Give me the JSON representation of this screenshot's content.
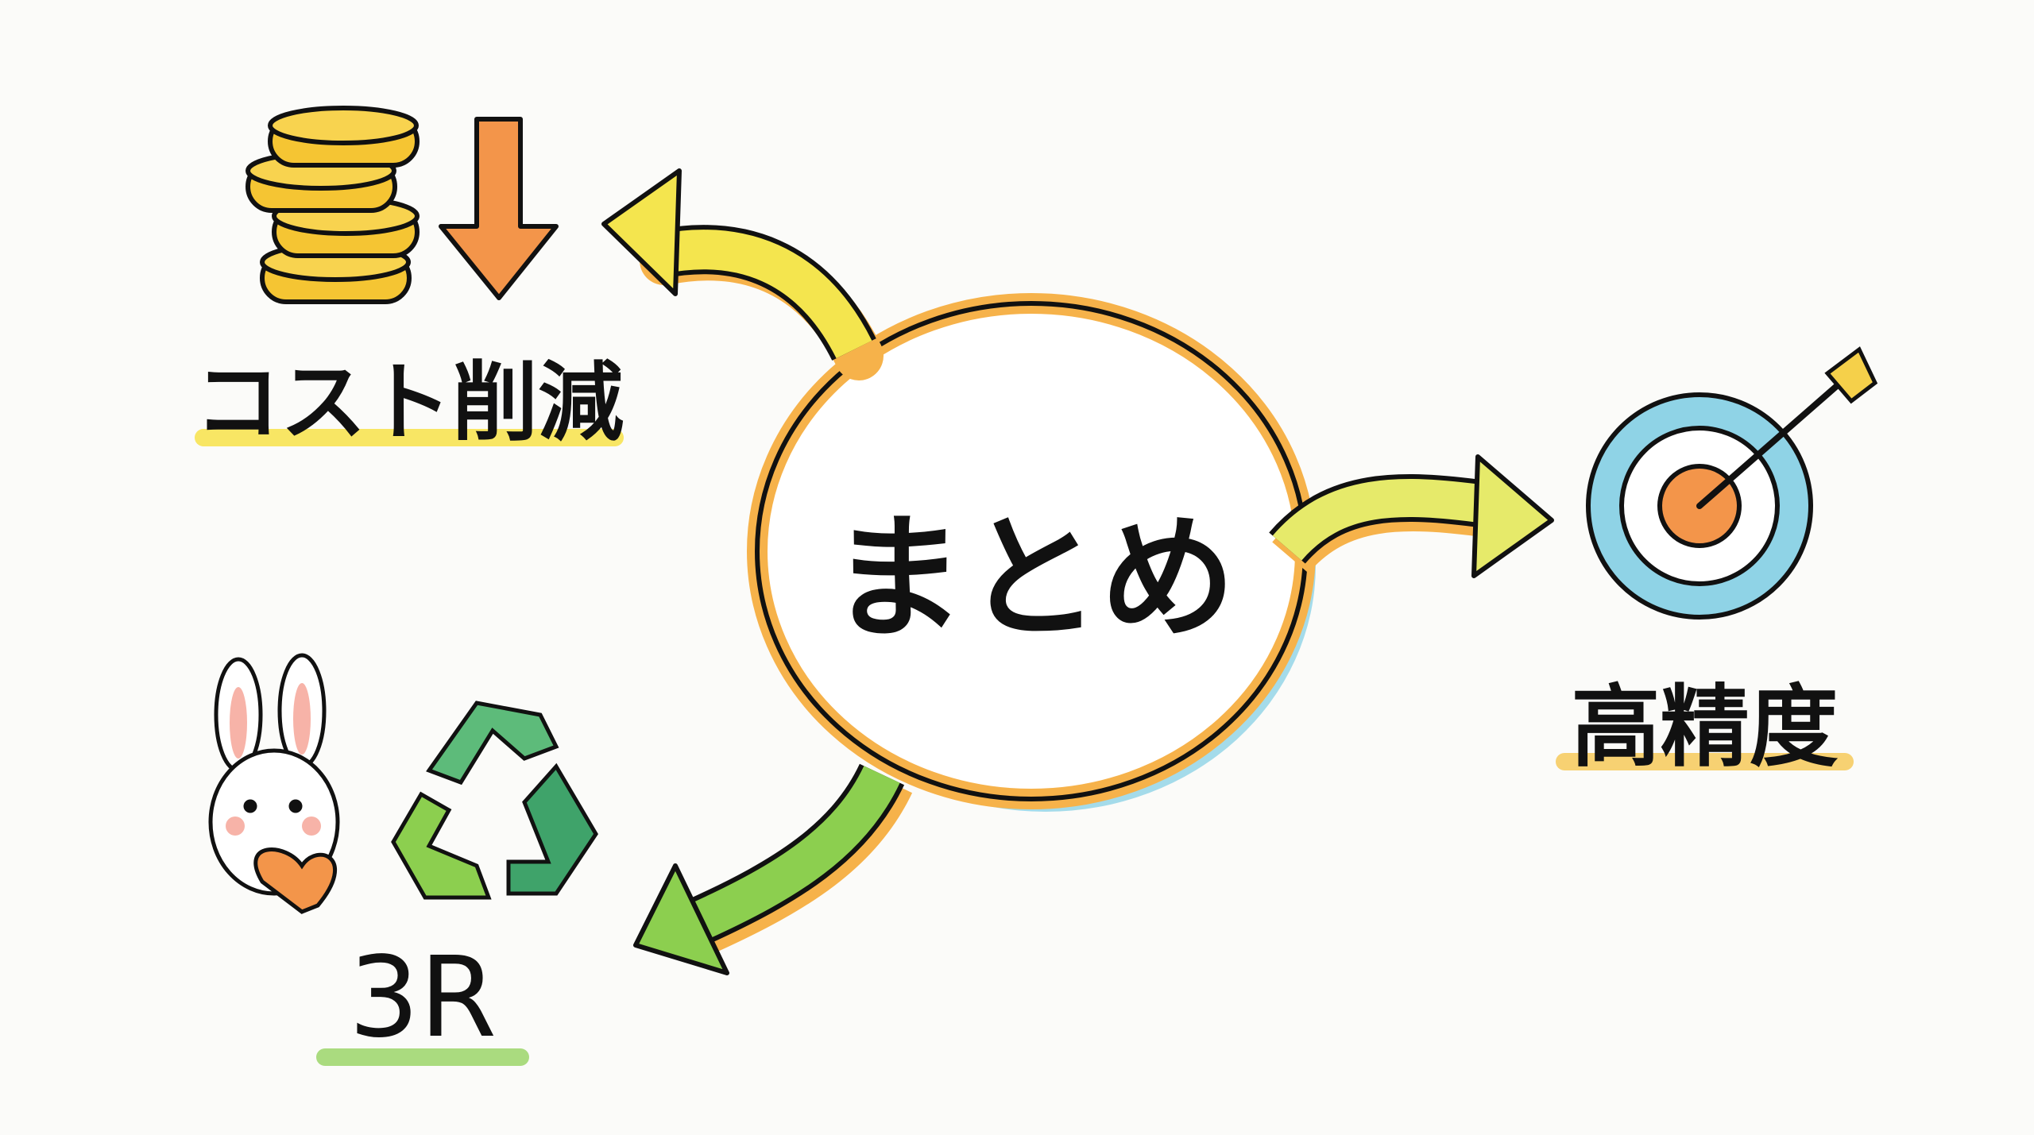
{
  "center": {
    "label": "まとめ",
    "ring_color": "#f6b24a",
    "shadow_color": "#8fd3e6"
  },
  "nodes": [
    {
      "label": "コスト削減",
      "icon": "coins-down-icon",
      "underline_color": "#f7e24a"
    },
    {
      "label": "高精度",
      "icon": "target-arrow-icon",
      "underline_color": "#f6c95a"
    },
    {
      "label": "3R",
      "icon": "rabbit-recycle-icon",
      "underline_color": "#9bd56a"
    }
  ],
  "arrow_colors": {
    "yellow": "#f4e54e",
    "lime": "#e6ea6a",
    "green": "#8ccf4f",
    "outline_shadow": "#f6b24a"
  }
}
